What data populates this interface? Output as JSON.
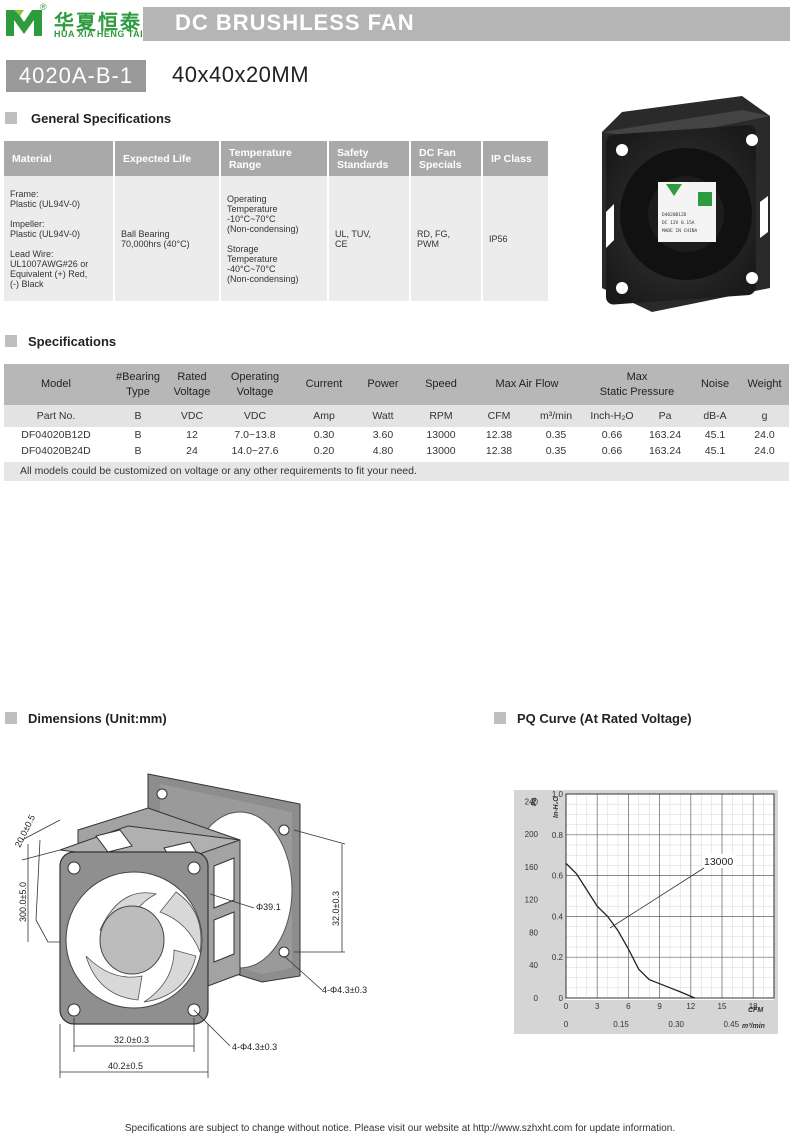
{
  "header": {
    "brand_cn": "华夏恒泰",
    "brand_en": "HUA XIA HENG TAI",
    "reg_mark": "®",
    "title": "DC BRUSHLESS FAN",
    "model": "4020A-B-1",
    "size": "40x40x20MM"
  },
  "general": {
    "heading": "General Specifications",
    "headers": [
      "Material",
      "Expected Life",
      "Temperature\nRange",
      "Safety\nStandards",
      "DC Fan\nSpecials",
      "IP Class"
    ],
    "material": [
      "Frame:",
      "Plastic (UL94V-0)",
      "",
      "Impeller:",
      "Plastic (UL94V-0)",
      "",
      "Lead Wire:",
      "UL1007AWG#26 or",
      "Equivalent (+) Red,",
      "(-) Black"
    ],
    "life": [
      "Ball Bearing",
      "70,000hrs (40°C)"
    ],
    "temperature": [
      "Operating",
      "Temperature",
      " -10°C~70°C",
      " (Non-condensing)",
      "",
      "Storage",
      "Temperature",
      " -40°C~70°C",
      "(Non-condensing)"
    ],
    "safety": [
      "UL, TUV,",
      "CE"
    ],
    "specials": [
      "RD, FG,",
      "PWM"
    ],
    "ip": "IP56"
  },
  "product_photo": {
    "label_lines": [
      "D4020B12D",
      "DC 12V  0.15A",
      "MADE IN CHINA"
    ]
  },
  "specs": {
    "heading": "Specifications",
    "header1": [
      "Model",
      "#Bearing\nType",
      "Rated\nVoltage",
      "Operating\nVoltage",
      "Current",
      "Power",
      "Speed",
      "Max  Air  Flow",
      "Max\nStatic  Pressure",
      "Noise",
      "Weight"
    ],
    "header2": [
      "Part No.",
      "B",
      "VDC",
      "VDC",
      "Amp",
      "Watt",
      "RPM",
      "CFM",
      "m³/min",
      "Inch-H₂O",
      "Pa",
      "dB-A",
      "g"
    ],
    "rows": [
      [
        "DF04020B12D",
        "B",
        "12",
        "7.0~13.8",
        "0.30",
        "3.60",
        "13000",
        "12.38",
        "0.35",
        "0.66",
        "163.24",
        "45.1",
        "24.0"
      ],
      [
        "DF04020B24D",
        "B",
        "24",
        "14.0~27.6",
        "0.20",
        "4.80",
        "13000",
        "12.38",
        "0.35",
        "0.66",
        "163.24",
        "45.1",
        "24.0"
      ]
    ],
    "note": "All models could be customized on voltage or any other requirements to fit your need."
  },
  "dimensions": {
    "heading": "Dimensions (Unit:mm)",
    "labels": {
      "depth": "20.0±0.5",
      "wire": "300.0±5.0",
      "diameter": "Φ39.1",
      "hole_span_v": "32.0±0.3",
      "hole_right": "4-Φ4.3±0.3",
      "hole_span_h": "32.0±0.3",
      "width": "40.2±0.5",
      "hole_bottom": "4-Φ4.3±0.3"
    }
  },
  "pq": {
    "heading": "PQ Curve (At Rated Voltage)",
    "unit_pa": "Pa",
    "unit_inh2o": "In-H₂O",
    "unit_cfm": "CFM",
    "unit_m3": "m³/min",
    "callout": "13000"
  },
  "chart_data": {
    "type": "line",
    "title": "",
    "xlabel": "CFM",
    "ylabel": "In-H₂O",
    "xlim": [
      0,
      20
    ],
    "ylim": [
      0,
      1.0
    ],
    "x_ticks": [
      "0",
      "3",
      "6",
      "9",
      "12",
      "15",
      "18"
    ],
    "x2_ticks": [
      "0",
      "0.15",
      "0.30",
      "0.45"
    ],
    "y_ticks": [
      "0",
      "0.2",
      "0.4",
      "0.6",
      "0.8",
      "1.0"
    ],
    "y2_ticks": [
      "0",
      "40",
      "80",
      "120",
      "160",
      "200",
      "240"
    ],
    "grid": true,
    "series": [
      {
        "name": "13000",
        "x": [
          0,
          1,
          2,
          3,
          4,
          5,
          6,
          7,
          8,
          9,
          10,
          11,
          12.38
        ],
        "y": [
          0.66,
          0.61,
          0.53,
          0.45,
          0.4,
          0.33,
          0.24,
          0.14,
          0.09,
          0.07,
          0.05,
          0.03,
          0
        ]
      }
    ]
  },
  "footer": "Specifications are subject to change without notice. Please visit our website at http://www.szhxht.com for update information."
}
